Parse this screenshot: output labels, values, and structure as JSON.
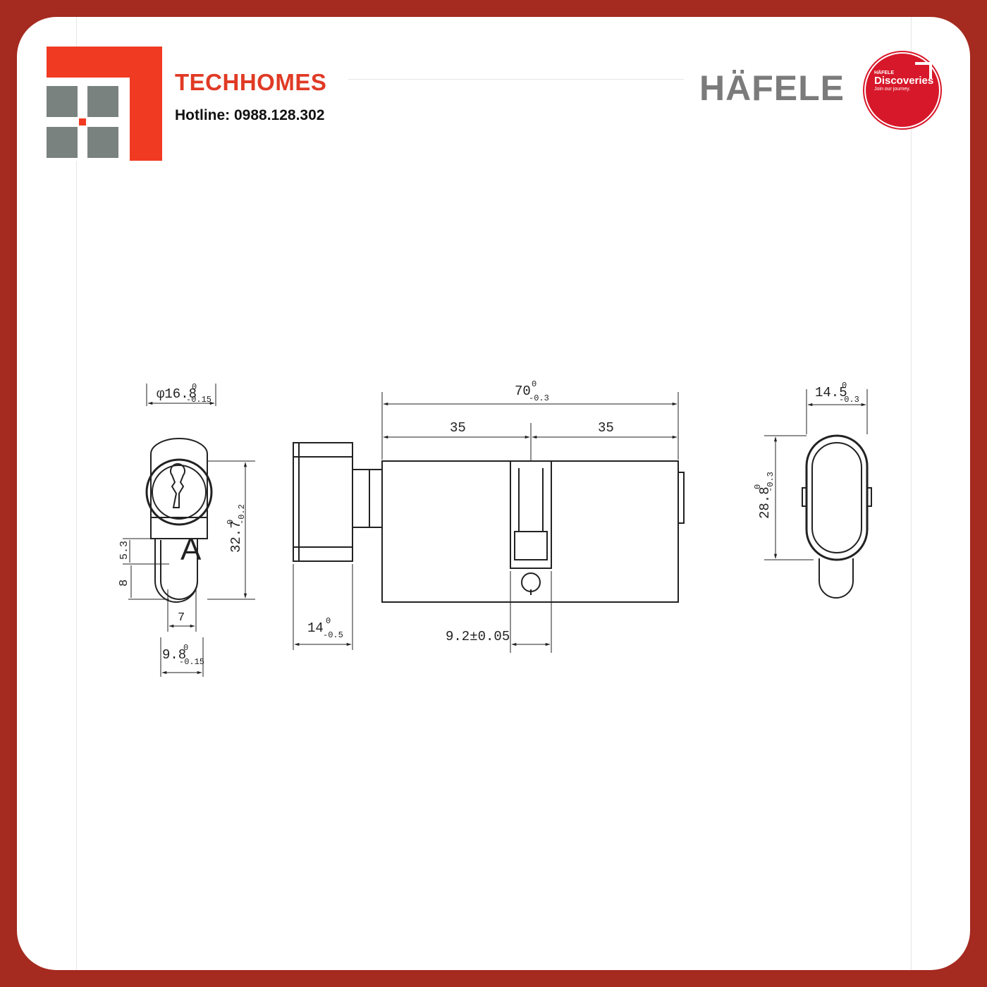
{
  "brand": {
    "name": "TECHHOMES",
    "hotline": "Hotline: 0988.128.302",
    "accent_color": "#e03a25",
    "frame_color": "#a52a20",
    "logo_tile_color": "#7a8280"
  },
  "partner": {
    "name": "HÄFELE",
    "badge_top": "HÄFELE",
    "badge_main": "Discoveries",
    "badge_sub": "Join our journey.",
    "badge_color": "#d7182a"
  },
  "dimensions": {
    "front_diameter": "φ16.8",
    "front_diameter_tol_top": "0",
    "front_diameter_tol_bottom": "-0.15",
    "front_height": "32.7",
    "front_height_tol_top": "0",
    "front_height_tol_bottom": "-0.2",
    "front_small_height": "5.3",
    "front_bottom_height": "8",
    "front_slot_width": "7",
    "front_base_width": "9.8",
    "front_base_width_tol_top": "0",
    "front_base_width_tol_bottom": "-0.15",
    "total_length": "70",
    "total_length_tol_top": "0",
    "total_length_tol_bottom": "-0.3",
    "half_left": "35",
    "half_right": "35",
    "knob_length": "14",
    "knob_length_tol_top": "0",
    "knob_length_tol_bottom": "-0.5",
    "cam_width": "9.2±0.05",
    "knob_width": "14.5",
    "knob_width_tol_top": "0",
    "knob_width_tol_bottom": "-0.3",
    "knob_height": "28.8",
    "knob_height_tol_top": "0",
    "knob_height_tol_bottom": "-0.3",
    "cylinder_letter": "A"
  }
}
